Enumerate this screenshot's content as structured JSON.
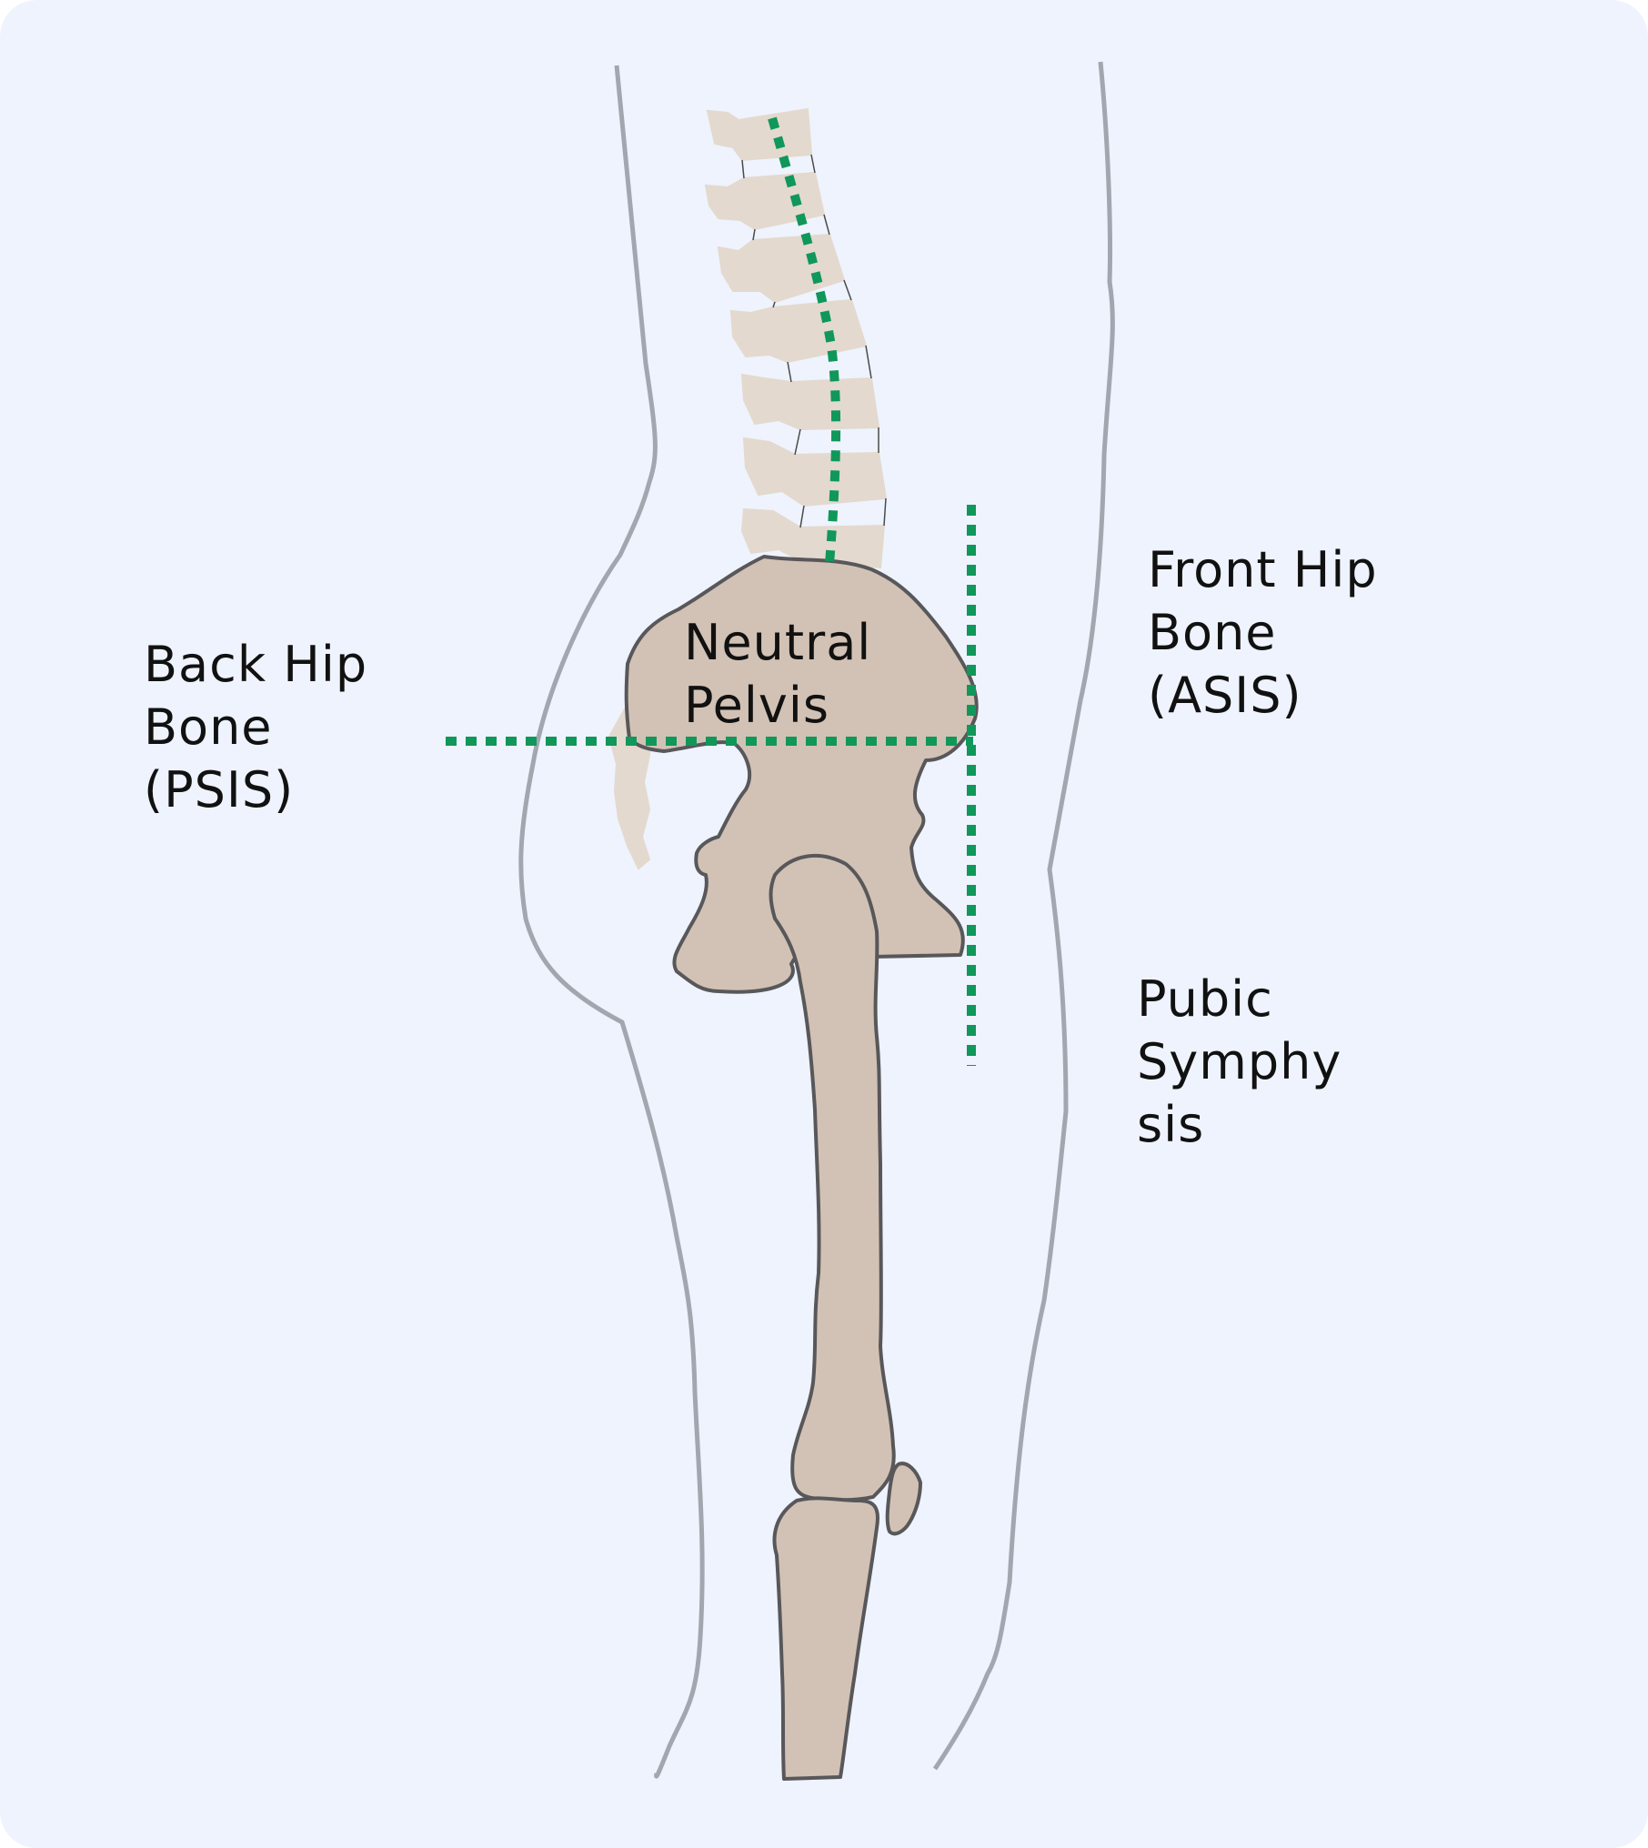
{
  "colors": {
    "background": "#eef3fd",
    "outline": "#a2a6ae",
    "bone_fill": "#d2c2b5",
    "bone_stroke": "#58575a",
    "spine_fill": "#e3d9ce",
    "spine_stroke": "#4a4a4a",
    "guide_line": "#10975a",
    "text": "#111111"
  },
  "labels": {
    "neutral_pelvis": {
      "line1": "Neutral",
      "line2": "Pelvis"
    },
    "back_hip": {
      "line1": "Back Hip",
      "line2": "Bone",
      "line3": "(PSIS)"
    },
    "front_hip": {
      "line1": "Front Hip",
      "line2": "Bone",
      "line3": "(ASIS)"
    },
    "pubic": {
      "line1": "Pubic",
      "line2": "Symphy",
      "line3": "sis"
    }
  }
}
